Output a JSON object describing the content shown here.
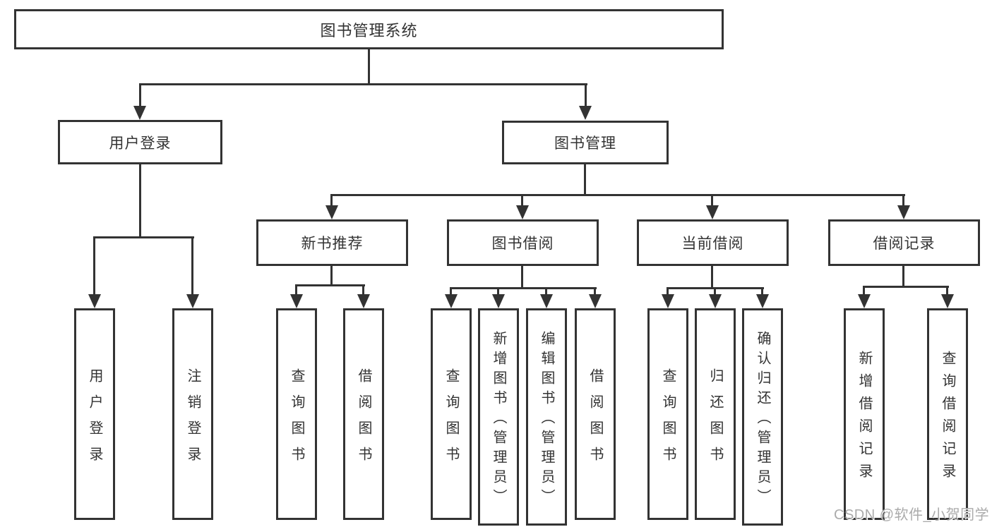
{
  "diagram": {
    "title_node": "图书管理系统",
    "branches": [
      {
        "label": "用户登录",
        "children": [
          "用户登录",
          "注销登录"
        ]
      },
      {
        "label": "图书管理",
        "sections": [
          {
            "label": "新书推荐",
            "children": [
              "查询图书",
              "借阅图书"
            ]
          },
          {
            "label": "图书借阅",
            "children": [
              "查询图书",
              "新增图书（管理员）",
              "编辑图书（管理员）",
              "借阅图书"
            ]
          },
          {
            "label": "当前借阅",
            "children": [
              "查询图书",
              "归还图书",
              "确认归还（管理员）"
            ]
          },
          {
            "label": "借阅记录",
            "children": [
              "新增借阅记录",
              "查询借阅记录"
            ]
          }
        ]
      }
    ]
  },
  "watermark": "CSDN @软件_小贺同学",
  "colors": {
    "line": "#333333",
    "text": "#333333",
    "background": "#ffffff",
    "watermark": "#ababab"
  }
}
